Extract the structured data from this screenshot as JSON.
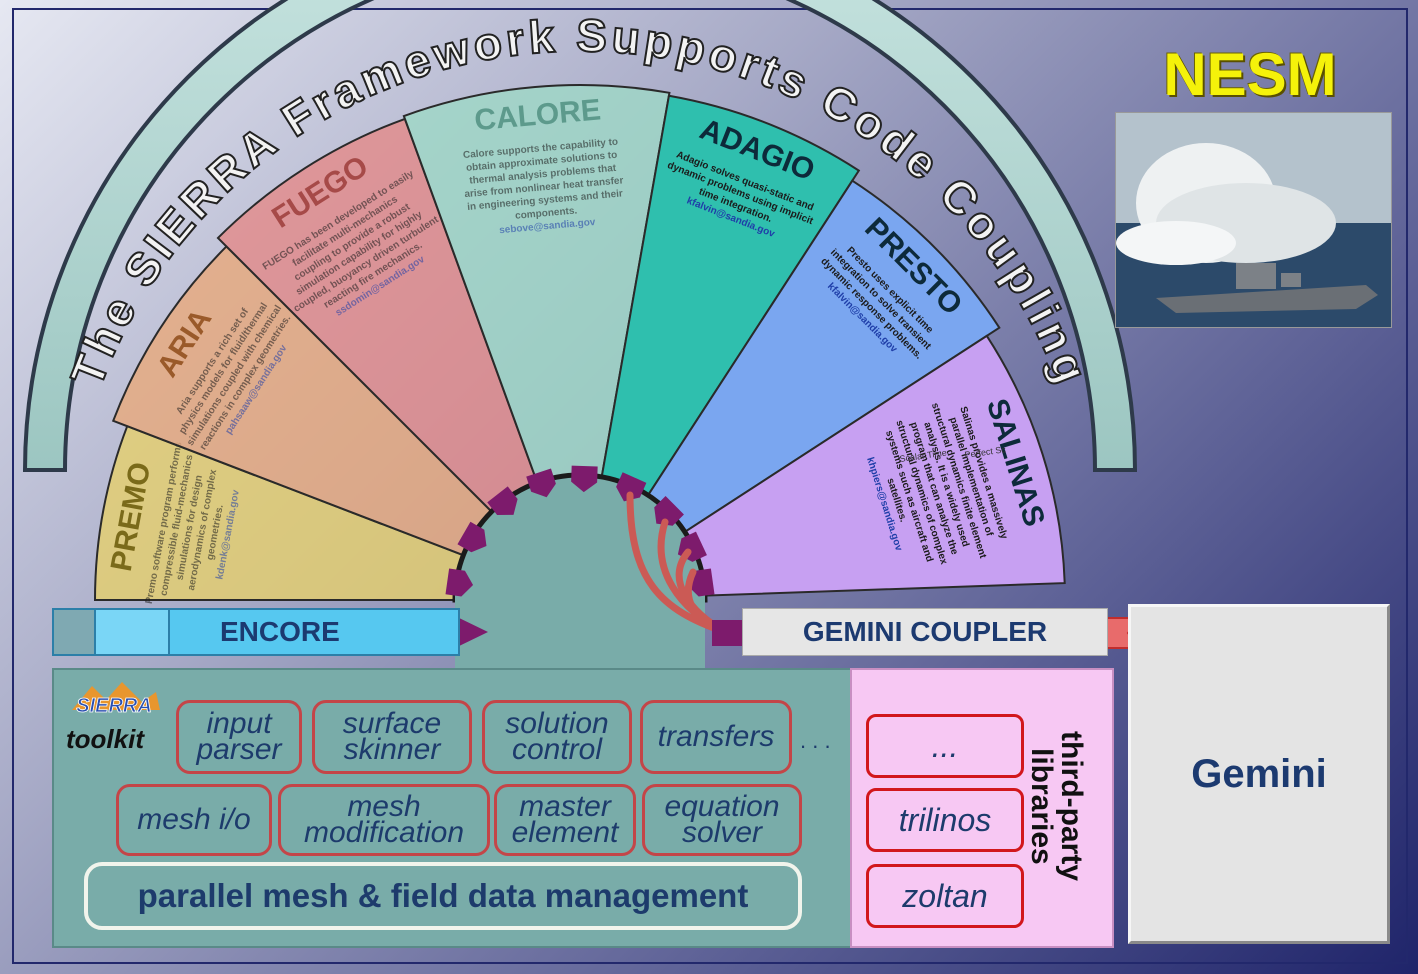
{
  "arc_title": "The SIERRA Framework Supports Code Coupling",
  "nesm": {
    "title": "NESM"
  },
  "wedges": [
    {
      "name": "PREMO",
      "color": "#e6d06b",
      "text_color": "#7a6a1a",
      "desc": "Premo software program performs compressible fluid-mechanics simulations for design aerodynamics of complex geometries.",
      "email": "kdenk@sandia.gov"
    },
    {
      "name": "ARIA",
      "color": "#e8a97a",
      "text_color": "#9a5a2a",
      "desc": "Aria supports a rich set of physics models for fluid/thermal simulations coupled with chemical reactions in complex geometries.",
      "email": "pahsaaw@sandia.gov"
    },
    {
      "name": "FUEGO",
      "color": "#e48a88",
      "text_color": "#a64a48",
      "desc": "FUEGO has been developed to easily facilitate multi-mechanics coupling to provide a robust simulation capability for highly coupled, buoyancy driven turbulent reacting fire mechanics.",
      "email": "ssdomin@sandia.gov"
    },
    {
      "name": "CALORE",
      "color": "#9ed8c6",
      "text_color": "#5d9a8c",
      "desc": "Calore supports the capability to obtain approximate solutions to thermal analysis problems that arise from nonlinear heat transfer in engineering systems and their components.",
      "email": "sebove@sandia.gov"
    },
    {
      "name": "ADAGIO",
      "color": "#2fbfae",
      "text_color": "#0d2a3a",
      "desc": "Adagio solves quasi-static and dynamic problems using implicit time integration.",
      "email": "kfalvin@sandia.gov"
    },
    {
      "name": "PRESTO",
      "color": "#7aa6f0",
      "text_color": "#0d2a3a",
      "desc": "Presto uses explicit time integration to solve transient dynamic response problems.",
      "email": "kfalvin@sandia.gov"
    },
    {
      "name": "SALINAS",
      "color": "#c7a0f2",
      "text_color": "#0d2a3a",
      "desc": "Salinas provides a massively parallel implementation of structural dynamics finite element analysis. It is a widely used program that can analyze the structural dynamics of complex systems such as aircraft and satellites.",
      "email": "khpiers@sandia.gov"
    }
  ],
  "plot": {
    "title": "Scalar Time",
    "legend": "Perfect Sc"
  },
  "encore": {
    "label": "ENCORE"
  },
  "gemini_coupler": {
    "label": "GEMINI COUPLER"
  },
  "gemini": {
    "label": "Gemini"
  },
  "toolkit": {
    "logo": "SIERRA",
    "label": "toolkit",
    "row1": [
      {
        "line1": "input",
        "line2": "parser"
      },
      {
        "line1": "surface",
        "line2": "skinner"
      },
      {
        "line1": "solution",
        "line2": "control"
      },
      {
        "line1": "transfers",
        "line2": ""
      }
    ],
    "ellipsis": ". . .",
    "row2": [
      {
        "line1": "mesh i/o",
        "line2": ""
      },
      {
        "line1": "mesh",
        "line2": "modification"
      },
      {
        "line1": "master",
        "line2": "element"
      },
      {
        "line1": "equation",
        "line2": "solver"
      }
    ],
    "data_management": "parallel mesh & field data management"
  },
  "third_party": {
    "label": "third-party libraries",
    "items": [
      "...",
      "trilinos",
      "zoltan"
    ]
  },
  "colors": {
    "teal": "#79aca9",
    "arrow_red": "#cb5a55",
    "connector_purple": "#7d1b6c",
    "pink": "#f7c8f3",
    "title_yellow": "#f5f20a"
  }
}
